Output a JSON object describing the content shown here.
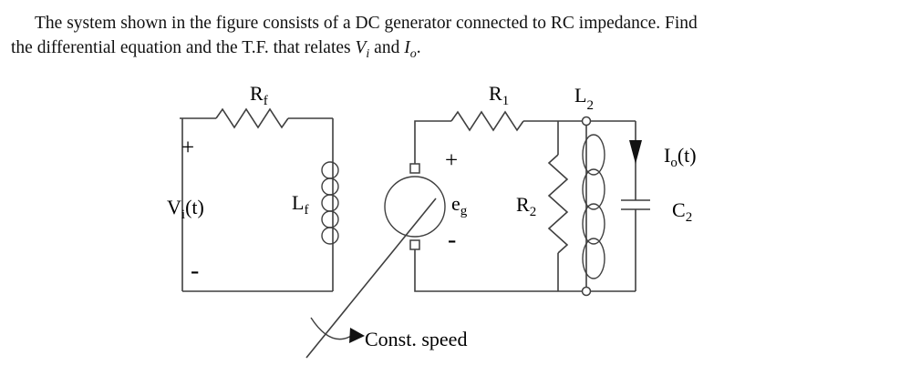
{
  "problem": {
    "line1": "The system shown in the figure consists of a DC generator connected to RC impedance. Find",
    "line2_prefix": "the differential equation and the T.F. that relates ",
    "v_base": "V",
    "v_sub": "i",
    "line2_mid": " and ",
    "i_base": "I",
    "i_sub": "o",
    "line2_suffix": "."
  },
  "circuit": {
    "rf": {
      "base": "R",
      "sub": "f"
    },
    "lf": {
      "base": "L",
      "sub": "f"
    },
    "vi": {
      "base": "V",
      "sub": "i",
      "suffix": "(t)"
    },
    "left_plus": "+",
    "left_minus": "-",
    "eg": {
      "base": "e",
      "sub": "g"
    },
    "gen_plus": "+",
    "gen_minus": "-",
    "r1": {
      "base": "R",
      "sub": "1"
    },
    "l2": {
      "base": "L",
      "sub": "2"
    },
    "r2": {
      "base": "R",
      "sub": "2"
    },
    "c2": {
      "base": "C",
      "sub": "2"
    },
    "io": {
      "base": "I",
      "sub": "o",
      "suffix": "(t)"
    },
    "const_speed": "Const. speed"
  },
  "colors": {
    "wire": "#3f3f3f",
    "text": "#000000",
    "background": "#ffffff"
  }
}
